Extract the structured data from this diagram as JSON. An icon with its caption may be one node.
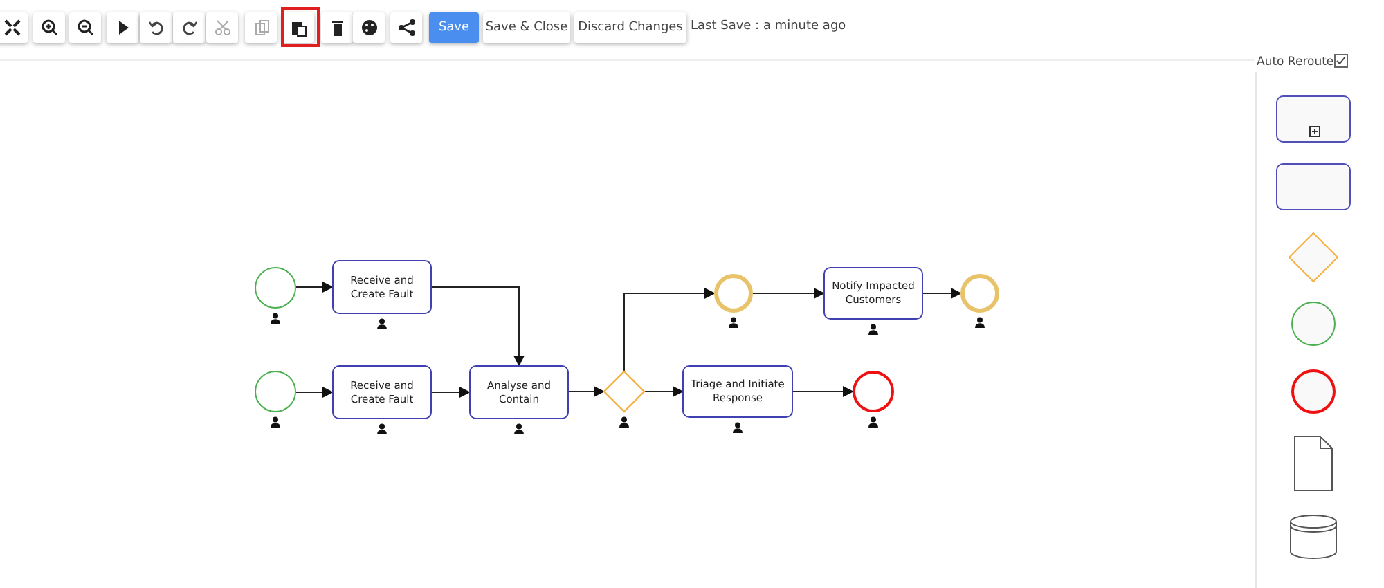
{
  "diagram": {
    "nodes": [
      {
        "text": [],
        "shape": "circle"
      },
      {
        "text": [
          "Receive and Create Fault"
        ]
      },
      {
        "text": [],
        "shape": "circle"
      },
      {
        "text": [
          "Receive and Create Fault"
        ]
      },
      {
        "text": [
          "Analyse and Contain"
        ]
      },
      {
        "text": [],
        "shape": "diamond"
      },
      {
        "text": [],
        "shape": "circle"
      },
      {
        "text": [
          "Notify Impacted Customers"
        ]
      },
      {
        "text": [],
        "shape": "circle"
      },
      {
        "text": [
          "Triage and Initiate Response"
        ]
      },
      {
        "text": [],
        "shape": "circle"
      },
      {
        "text": [],
        "shape": "box"
      },
      {
        "text": [],
        "shape": "box"
      },
      {
        "text": [],
        "shape": "diamond"
      },
      {
        "text": [],
        "shape": "circle"
      },
      {
        "text": [],
        "shape": "circle"
      },
      {
        "text": [],
        "shape": "document"
      },
      {
        "text": [],
        "shape": "cylinder"
      }
    ],
    "edges": [
      {
        "from": 0,
        "to": 1,
        "arrow": "to"
      },
      {
        "from": 1,
        "to": 4,
        "arrow": "to"
      },
      {
        "from": 2,
        "to": 3,
        "arrow": "to"
      },
      {
        "from": 3,
        "to": 4,
        "arrow": "to"
      },
      {
        "from": 4,
        "to": 5,
        "arrow": "to"
      },
      {
        "from": 5,
        "to": 6,
        "arrow": "to"
      },
      {
        "from": 6,
        "to": 7,
        "arrow": "to"
      },
      {
        "from": 7,
        "to": 8,
        "arrow": "to"
      },
      {
        "from": 5,
        "to": 9,
        "arrow": "to"
      },
      {
        "from": 9,
        "to": 10,
        "arrow": "to"
      }
    ],
    "labels": [
      "Save",
      "Save & Close",
      "Discard Changes",
      "Last Save : a minute ago",
      "Auto Reroute"
    ]
  }
}
